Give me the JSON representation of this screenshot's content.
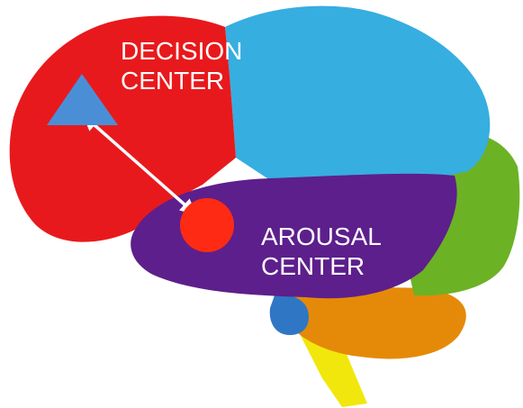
{
  "labels": {
    "decision": [
      "DECISION",
      "CENTER"
    ],
    "arousal": [
      "AROUSAL",
      "CENTER"
    ]
  },
  "colors": {
    "frontal_lobe": "#e8191c",
    "parietal_lobe": "#36aee0",
    "temporal_lobe": "#5d1f8c",
    "occipital_lobe": "#6cb225",
    "cerebellum": "#e58a08",
    "brain_stem": "#f2e70c",
    "pons": "#2f77c4",
    "decision_marker": "#4a8fd6",
    "arousal_marker": "#ff2a14",
    "connector": "#ffffff",
    "label_text": "#ffffff"
  },
  "icons": {
    "decision_marker": "triangle-icon",
    "arousal_marker": "circle-icon",
    "connector": "double-arrow-icon"
  }
}
